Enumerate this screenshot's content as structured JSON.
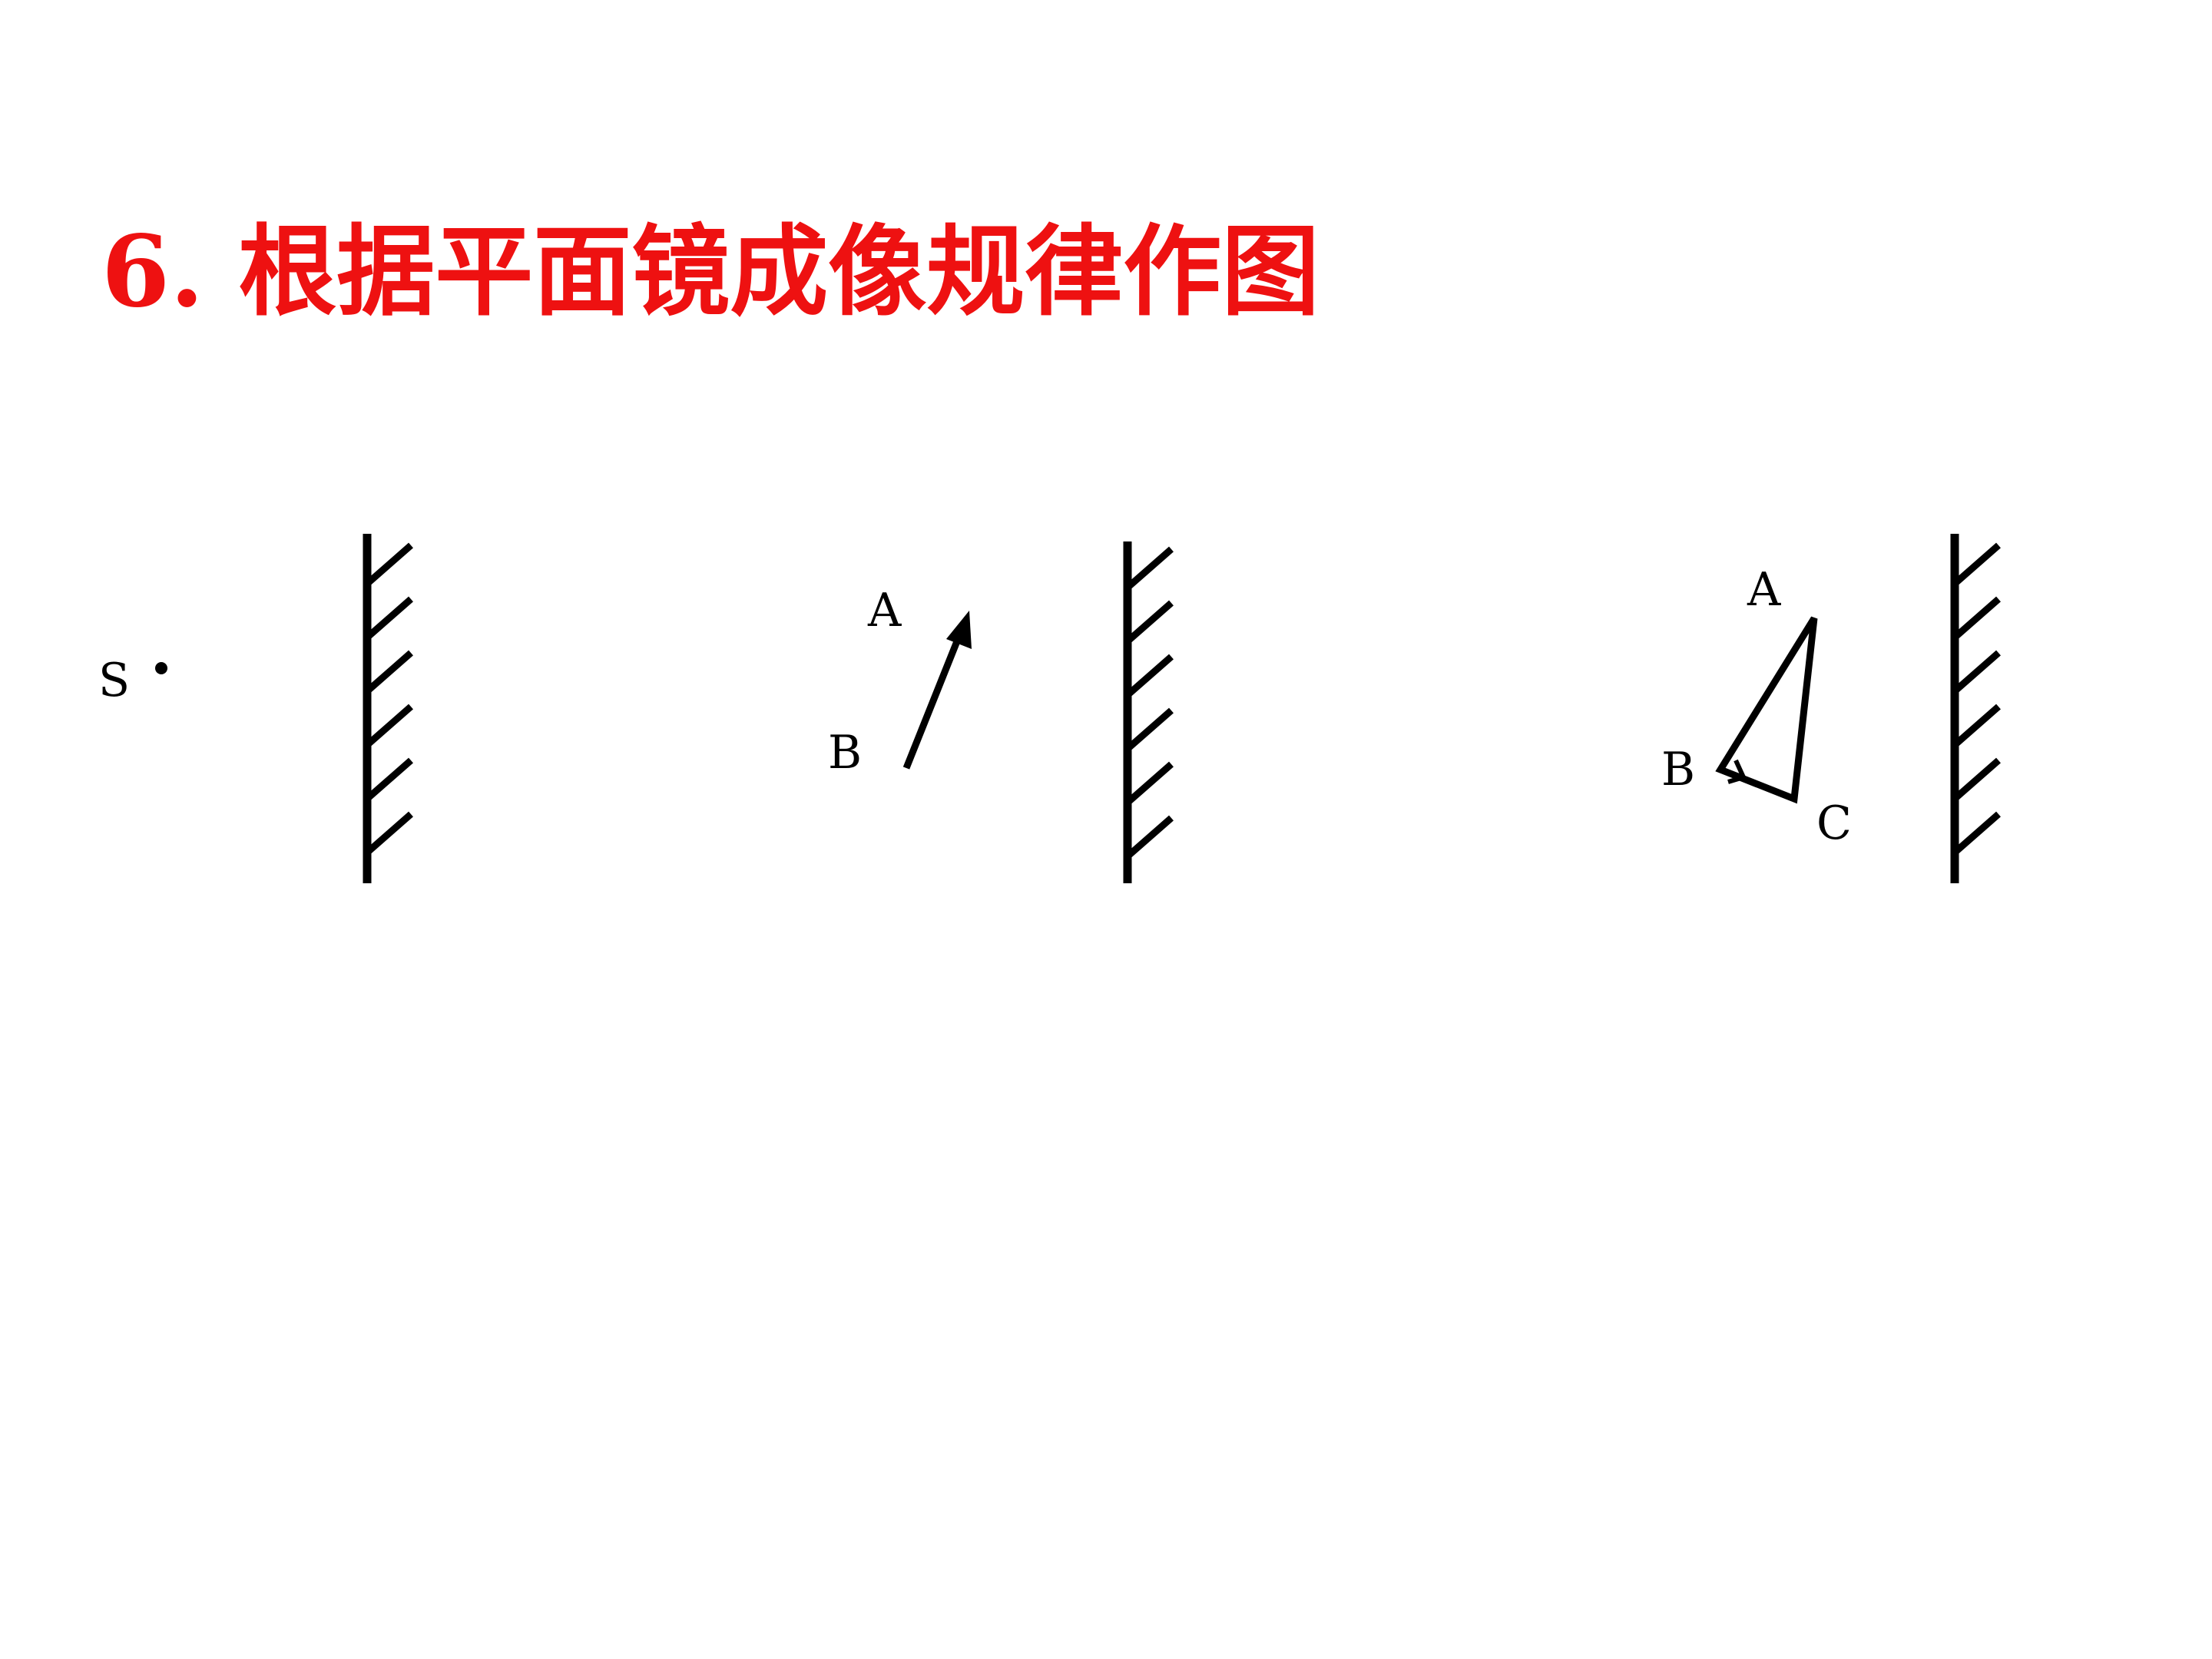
{
  "title": "6. 根据平面镜成像规律作图",
  "colors": {
    "title": "#ee1111",
    "ink": "#000000"
  },
  "figure1": {
    "point_label": "S"
  },
  "figure2": {
    "label_a": "A",
    "label_b": "B"
  },
  "figure3": {
    "label_a": "A",
    "label_b": "B",
    "label_c": "C"
  }
}
